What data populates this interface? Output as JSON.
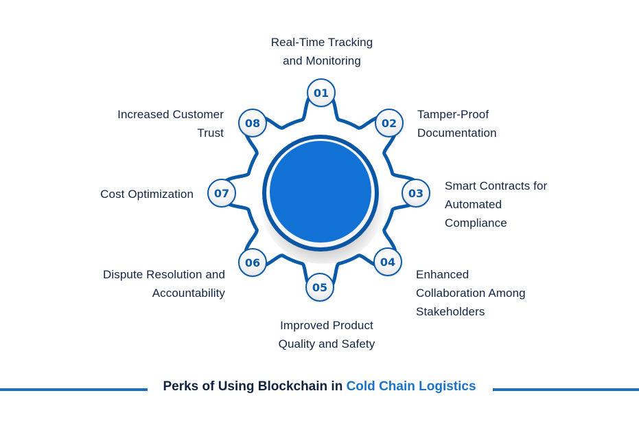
{
  "colors": {
    "gear_outline": "#0b5aa8",
    "hub_fill": "#1271d4",
    "hub_ring": "#0b56a4",
    "text": "#112442",
    "accent": "#1a73c8"
  },
  "items": [
    {
      "number": "01",
      "lines": [
        "Real-Time Tracking",
        "and Monitoring"
      ]
    },
    {
      "number": "02",
      "lines": [
        "Tamper-Proof",
        "Documentation"
      ]
    },
    {
      "number": "03",
      "lines": [
        "Smart Contracts for",
        "Automated",
        "Compliance"
      ]
    },
    {
      "number": "04",
      "lines": [
        "Enhanced",
        "Collaboration Among",
        "Stakeholders"
      ]
    },
    {
      "number": "05",
      "lines": [
        "Improved Product",
        "Quality and Safety"
      ]
    },
    {
      "number": "06",
      "lines": [
        "Dispute Resolution and",
        "Accountability"
      ]
    },
    {
      "number": "07",
      "lines": [
        "Cost Optimization"
      ]
    },
    {
      "number": "08",
      "lines": [
        "Increased Customer",
        "Trust"
      ]
    }
  ],
  "footer": {
    "title_prefix": "Perks of Using Blockchain in ",
    "title_accent": "Cold Chain Logistics"
  }
}
